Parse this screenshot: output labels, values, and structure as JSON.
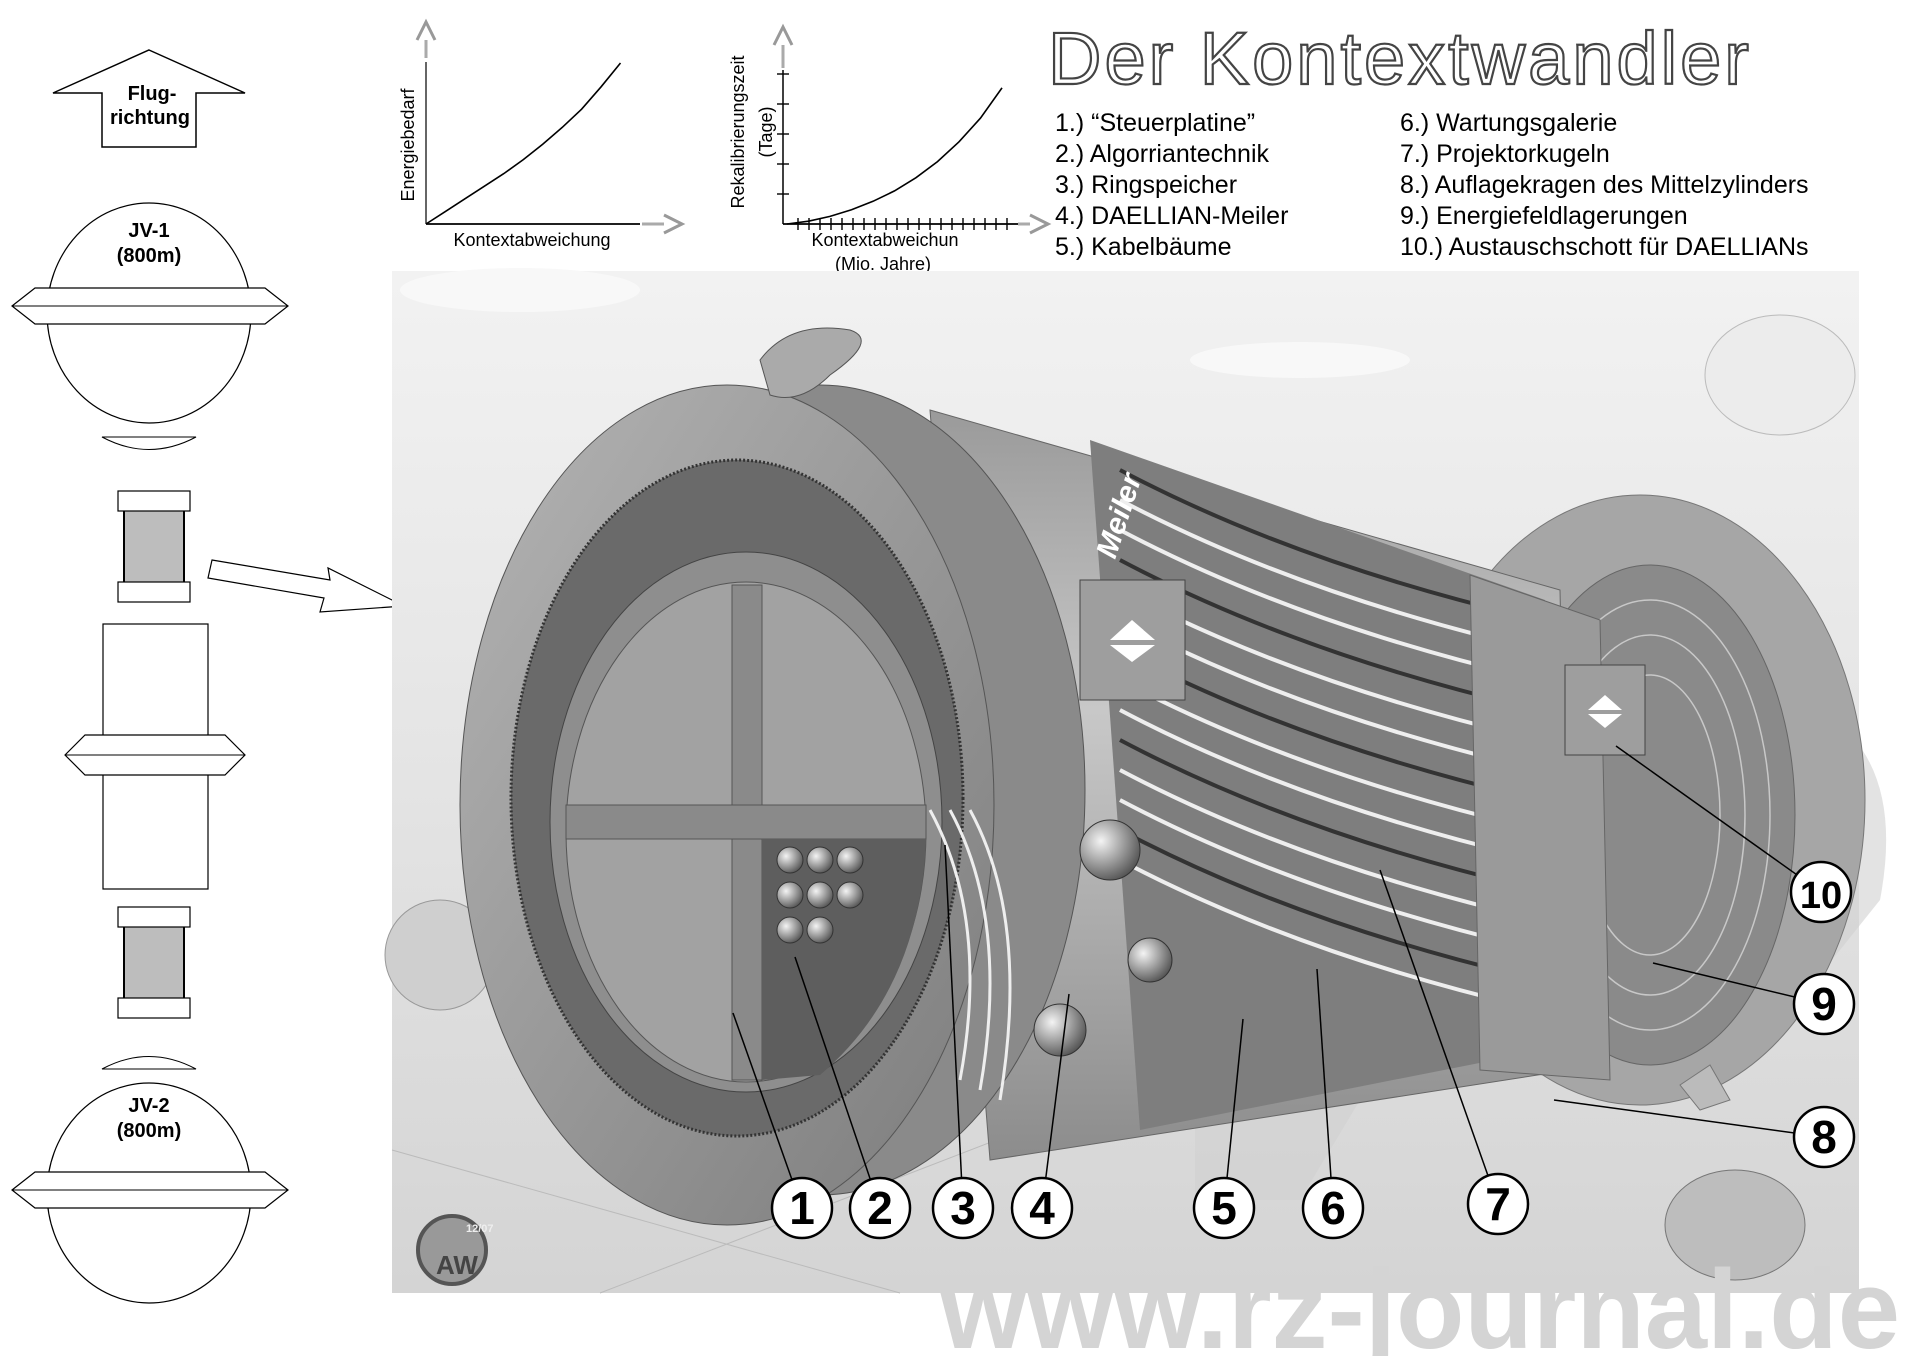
{
  "title": "Der Kontextwandler",
  "flight_direction": {
    "line1": "Flug-",
    "line2": "richtung"
  },
  "ships": [
    {
      "name": "JV-1",
      "size": "(800m)"
    },
    {
      "name": "JV-2",
      "size": "(800m)"
    }
  ],
  "legend": {
    "left": [
      "1.) “Steuerplatine”",
      "2.) Algorriantechnik",
      "3.) Ringspeicher",
      "4.) DAELLIAN-Meiler",
      "5.) Kabelbäume"
    ],
    "right": [
      "6.) Wartungsgalerie",
      "7.) Projektorkugeln",
      "8.) Auflagekragen des Mittelzylinders",
      "9.) Energiefeldlagerungen",
      "10.) Austauschschott für DAELLIANs"
    ]
  },
  "callouts": [
    "1",
    "2",
    "3",
    "4",
    "5",
    "6",
    "7",
    "8",
    "9",
    "10"
  ],
  "cylinder_label": "Meiler",
  "logo": {
    "initials": "AW",
    "date": "12/07"
  },
  "watermark": "www.rz-journal.de",
  "colors": {
    "background": "#ffffff",
    "scene": "#dcdcdc",
    "ink": "#000000",
    "watermark": "#d4d4d4"
  },
  "chart_data": [
    {
      "type": "line",
      "title": "",
      "xlabel": "Kontextabweichung",
      "ylabel": "Energiebedarf",
      "x": [
        0,
        1,
        2,
        3,
        4,
        5,
        6,
        7,
        8,
        9,
        10
      ],
      "y": [
        0,
        0.9,
        1.8,
        2.7,
        3.6,
        4.6,
        5.7,
        6.9,
        8.2,
        9.8,
        11.5
      ],
      "xlim": [
        0,
        11
      ],
      "ylim": [
        0,
        12.5
      ],
      "grid": false
    },
    {
      "type": "line",
      "title": "",
      "xlabel": "Kontextabweichun",
      "xlabel2": "(Mio. Jahre)",
      "ylabel": "Rekalibrierungszeit",
      "ylabel2": "(Tage)",
      "x": [
        0,
        1,
        2,
        3,
        4,
        5,
        6,
        7,
        8,
        9,
        10
      ],
      "y": [
        0,
        0.15,
        0.4,
        0.75,
        1.2,
        1.75,
        2.45,
        3.3,
        4.35,
        5.6,
        7.2
      ],
      "xlim": [
        0,
        10.7
      ],
      "ylim": [
        0,
        8.2
      ],
      "x_ticks": 20,
      "y_ticks": 5,
      "grid": false
    }
  ]
}
